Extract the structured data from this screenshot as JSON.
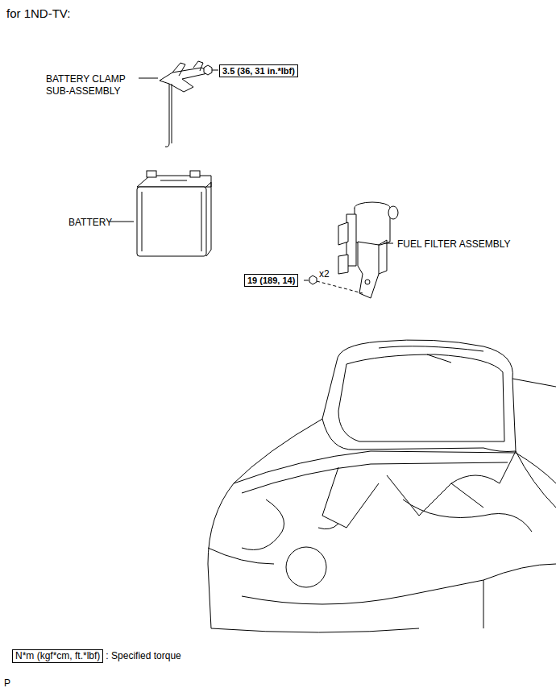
{
  "diagram": {
    "title": "for 1ND-TV:",
    "nodes": [
      {
        "text": [
          "3.5 (36, 31 in.*lbf)"
        ]
      },
      {
        "text": [
          "19 (189, 14)"
        ]
      },
      {
        "text": [
          "N*m (kgf*cm, ft.*lbf)"
        ]
      }
    ],
    "labels": [
      "BATTERY CLAMP SUB-ASSEMBLY",
      "BATTERY",
      "FUEL FILTER ASSEMBLY",
      "x2",
      ": Specified torque",
      "P"
    ]
  }
}
